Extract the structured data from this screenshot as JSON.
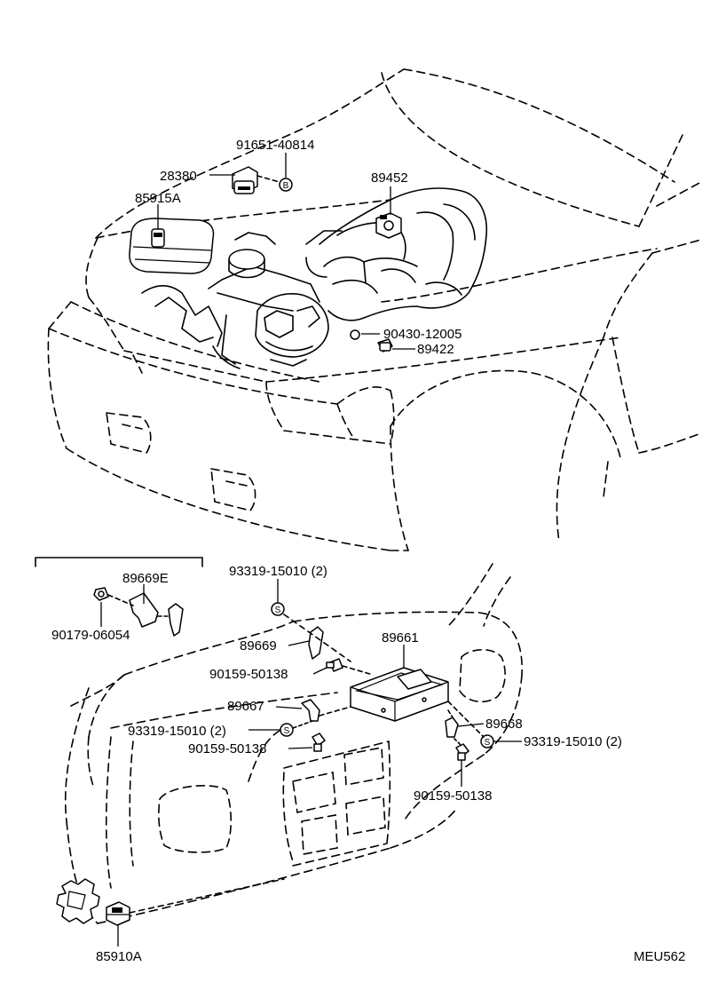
{
  "labels": {
    "p91651": "91651-40814",
    "p28380": "28380",
    "p85915a": "85915A",
    "p89452": "89452",
    "p90430": "90430-12005",
    "p89422": "89422",
    "p93319_top": "93319-15010 (2)",
    "p89669e": "89669E",
    "p90179": "90179-06054",
    "p89669": "89669",
    "p89661": "89661",
    "p90159_a": "90159-50138",
    "p89667": "89667",
    "p93319_left": "93319-15010 (2)",
    "p90159_b": "90159-50138",
    "p89668": "89668",
    "p93319_right": "93319-15010 (2)",
    "p90159_c": "90159-50138",
    "p85910a": "85910A",
    "drawing_code": "MEU562"
  },
  "symbols": {
    "bolt_marker": "B",
    "screw_marker": "S"
  }
}
